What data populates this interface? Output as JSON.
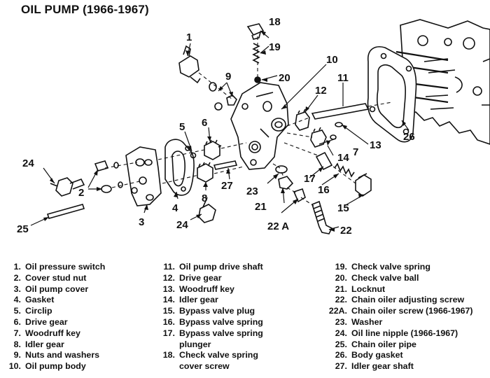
{
  "title": "OIL PUMP (1966-1967)",
  "callouts": [
    "1",
    "2",
    "3",
    "4",
    "5",
    "6",
    "7",
    "8",
    "9",
    "10",
    "11",
    "12",
    "13",
    "14",
    "15",
    "16",
    "17",
    "18",
    "19",
    "20",
    "21",
    "22",
    "22 A",
    "23",
    "24",
    "24",
    "25",
    "26",
    "27"
  ],
  "legend": [
    {
      "num": "1.",
      "label": "Oil pressure switch"
    },
    {
      "num": "2.",
      "label": "Cover stud nut"
    },
    {
      "num": "3.",
      "label": "Oil pump cover"
    },
    {
      "num": "4.",
      "label": "Gasket"
    },
    {
      "num": "5.",
      "label": "Circlip"
    },
    {
      "num": "6.",
      "label": "Drive gear"
    },
    {
      "num": "7.",
      "label": "Woodruff key"
    },
    {
      "num": "8.",
      "label": "Idler gear"
    },
    {
      "num": "9.",
      "label": "Nuts and washers"
    },
    {
      "num": "10.",
      "label": "Oil pump body"
    },
    {
      "num": "11.",
      "label": "Oil pump drive shaft"
    },
    {
      "num": "12.",
      "label": "Drive gear"
    },
    {
      "num": "13.",
      "label": "Woodruff key"
    },
    {
      "num": "14.",
      "label": "Idler gear"
    },
    {
      "num": "15.",
      "label": "Bypass valve plug"
    },
    {
      "num": "16.",
      "label": "Bypass valve spring"
    },
    {
      "num": "17.",
      "label": "Bypass valve spring"
    },
    {
      "num": "",
      "label": "plunger"
    },
    {
      "num": "18.",
      "label": "Check valve spring"
    },
    {
      "num": "",
      "label": "cover screw"
    },
    {
      "num": "19.",
      "label": "Check valve spring"
    },
    {
      "num": "20.",
      "label": "Check valve ball"
    },
    {
      "num": "21.",
      "label": "Locknut"
    },
    {
      "num": "22.",
      "label": "Chain oiler adjusting screw"
    },
    {
      "num": "22A.",
      "label": "Chain oiler screw (1966-1967)"
    },
    {
      "num": "23.",
      "label": "Washer"
    },
    {
      "num": "24.",
      "label": "Oil line nipple (1966-1967)"
    },
    {
      "num": "25.",
      "label": "Chain oiler pipe"
    },
    {
      "num": "26.",
      "label": "Body gasket"
    },
    {
      "num": "27.",
      "label": "Idler gear shaft"
    }
  ]
}
